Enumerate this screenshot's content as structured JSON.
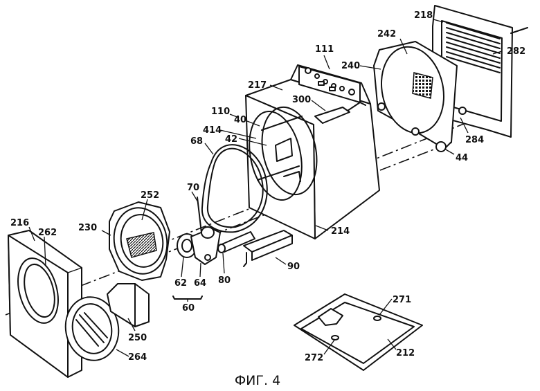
{
  "caption": "ФИГ. 4",
  "labels": {
    "l111": "111",
    "l218": "218",
    "l242": "242",
    "l282": "282",
    "l240": "240",
    "l217": "217",
    "l110": "110",
    "l300": "300",
    "l40": "40",
    "l414": "414",
    "l42": "42",
    "l68": "68",
    "l284": "284",
    "l44": "44",
    "l70": "70",
    "l252": "252",
    "l230": "230",
    "l214": "214",
    "l216": "216",
    "l262": "262",
    "l62": "62",
    "l64": "64",
    "l80": "80",
    "l90": "90",
    "l60": "60",
    "l250": "250",
    "l264": "264",
    "l271": "271",
    "l272": "272",
    "l212": "212"
  }
}
